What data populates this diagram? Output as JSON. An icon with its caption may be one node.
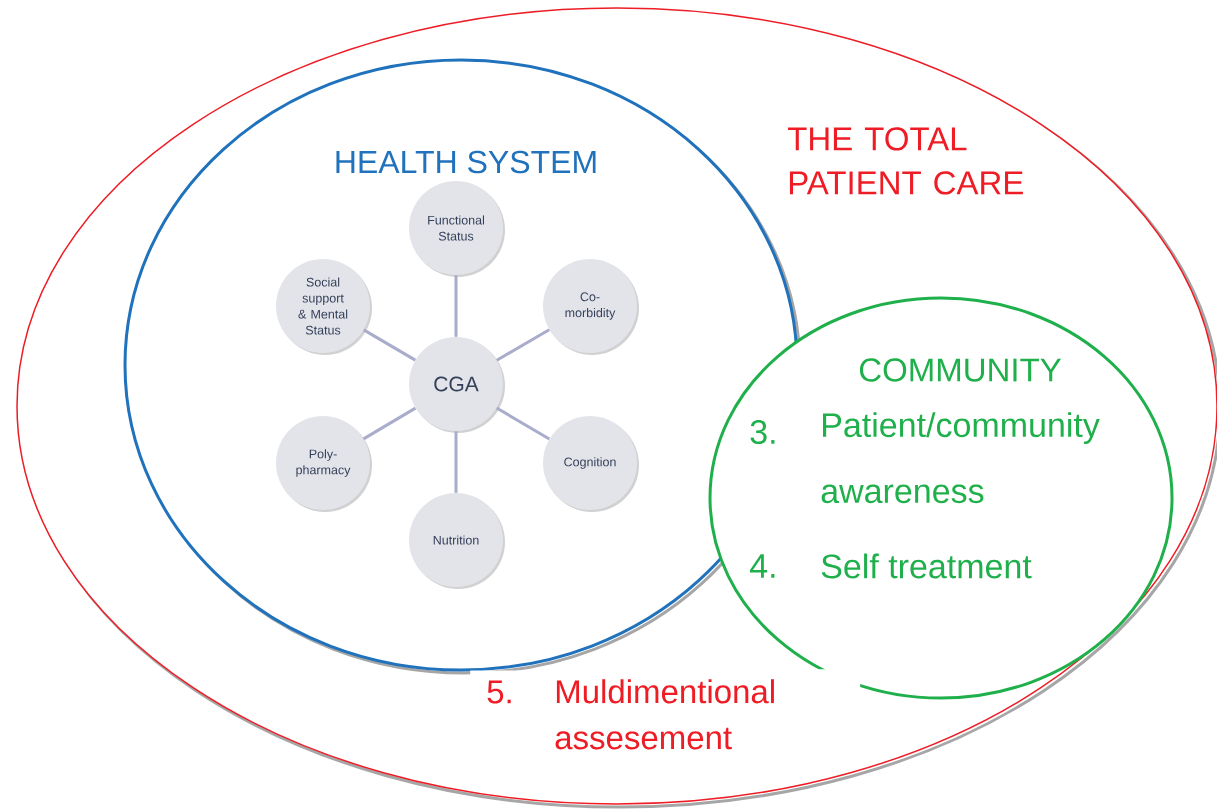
{
  "diagram": {
    "nodes": [
      {
        "text": [
          "THE TOTAL PATIENT CARE",
          "5.",
          "Muldimentional assesement"
        ]
      },
      {
        "text": [
          "HEALTH SYSTEM"
        ],
        "in": 0
      },
      {
        "text": [
          "COMMUNITY",
          "3.",
          "Patient/community awareness",
          "4.",
          "Self treatment"
        ],
        "in": 0
      },
      {
        "text": [
          "CGA"
        ],
        "in": 1
      },
      {
        "text": [
          "Functional Status"
        ],
        "in": 1
      },
      {
        "text": [
          "Co-morbidity"
        ],
        "in": 1
      },
      {
        "text": [
          "Cognition"
        ],
        "in": 1
      },
      {
        "text": [
          "Nutrition"
        ],
        "in": 1
      },
      {
        "text": [
          "Poly-pharmacy"
        ],
        "in": 1
      },
      {
        "text": [
          "Social support & Mental Status"
        ],
        "in": 1
      }
    ],
    "edges": [
      {
        "from": 3,
        "to": 4,
        "arrow": "none"
      },
      {
        "from": 3,
        "to": 5,
        "arrow": "none"
      },
      {
        "from": 3,
        "to": 6,
        "arrow": "none"
      },
      {
        "from": 3,
        "to": 7,
        "arrow": "none"
      },
      {
        "from": 3,
        "to": 8,
        "arrow": "none"
      },
      {
        "from": 3,
        "to": 9,
        "arrow": "none"
      }
    ]
  }
}
